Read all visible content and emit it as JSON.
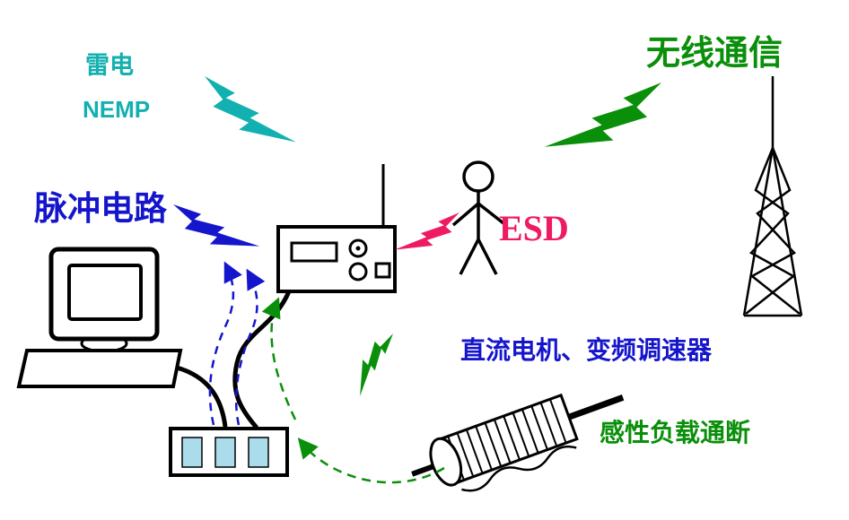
{
  "diagram": {
    "labels": {
      "lightning": "雷电",
      "nemp": "NEMP",
      "wireless": "无线通信",
      "pulse_circuit": "脉冲电路",
      "esd": "ESD",
      "dc_motor": "直流电机、变频调速器",
      "inductive_load": "感性负载通断"
    },
    "colors": {
      "teal": "#12b0b0",
      "green": "#0a8f0a",
      "blue": "#1515cc",
      "pink": "#ee1b63",
      "socket": "#aadcec"
    }
  }
}
